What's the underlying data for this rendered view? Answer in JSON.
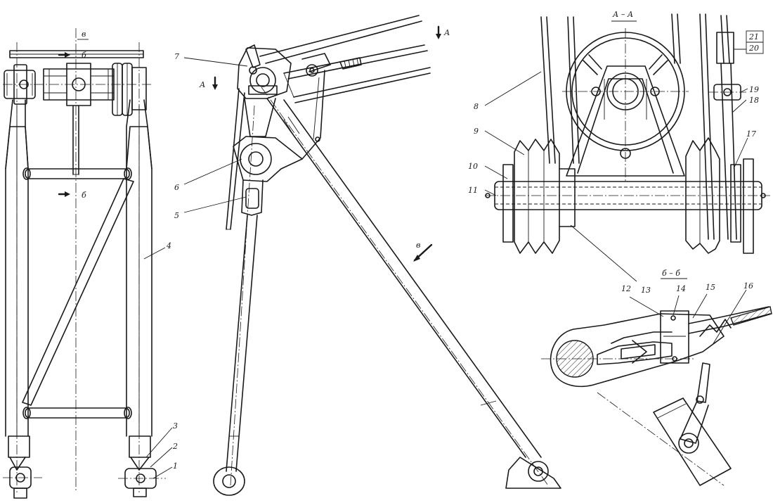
{
  "labels": {
    "view_b_top": "в",
    "view_b_arrow": "в",
    "section_aa": "А – А",
    "section_bb": "б – б",
    "cut_a_left": "А",
    "cut_a_right": "А",
    "cut_b_top": "б",
    "cut_b_bottom": "б"
  },
  "callouts": [
    {
      "id": "1",
      "text": "1"
    },
    {
      "id": "2",
      "text": "2"
    },
    {
      "id": "3",
      "text": "3"
    },
    {
      "id": "4",
      "text": "4"
    },
    {
      "id": "5",
      "text": "5"
    },
    {
      "id": "6",
      "text": "6"
    },
    {
      "id": "7",
      "text": "7"
    },
    {
      "id": "8",
      "text": "8"
    },
    {
      "id": "9",
      "text": "9"
    },
    {
      "id": "10",
      "text": "10"
    },
    {
      "id": "11",
      "text": "11"
    },
    {
      "id": "12",
      "text": "12"
    },
    {
      "id": "13",
      "text": "13"
    },
    {
      "id": "14",
      "text": "14"
    },
    {
      "id": "15",
      "text": "15"
    },
    {
      "id": "16",
      "text": "16"
    },
    {
      "id": "17",
      "text": "17"
    },
    {
      "id": "18",
      "text": "18"
    },
    {
      "id": "19",
      "text": "19"
    },
    {
      "id": "21_20_top",
      "text": "21"
    },
    {
      "id": "21_20_bottom",
      "text": "20"
    }
  ]
}
